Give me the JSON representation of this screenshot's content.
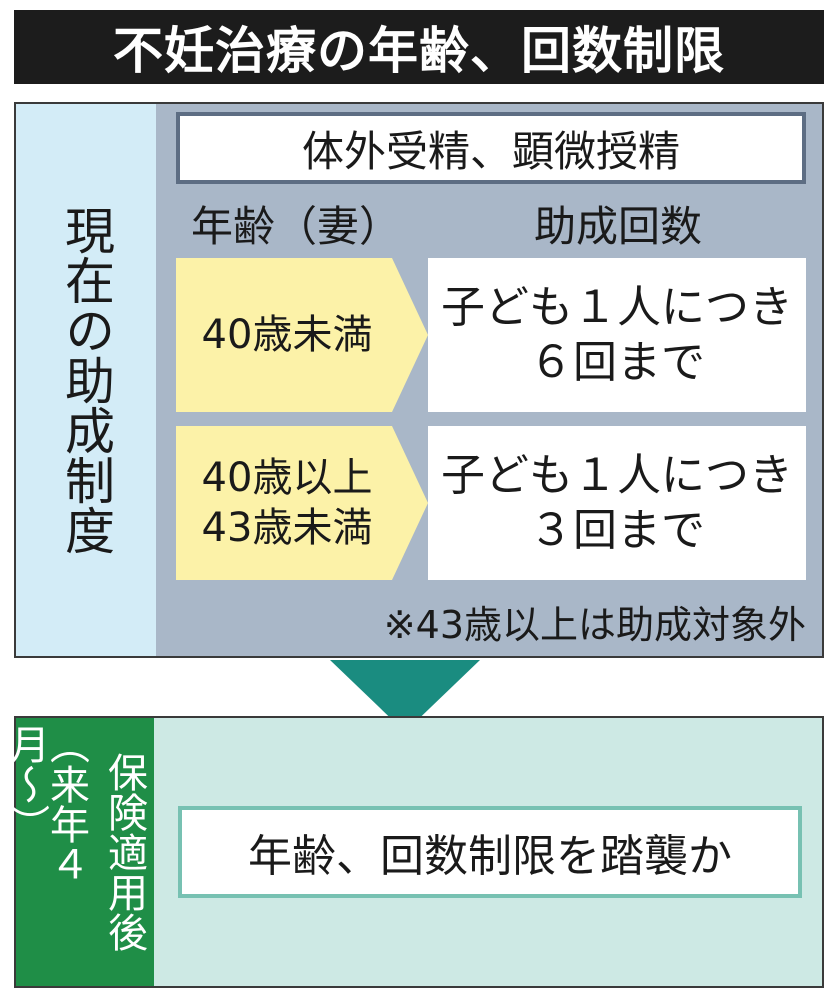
{
  "title": "不妊治療の年齢、回数制限",
  "current_system": {
    "label": "現在の助成制度",
    "method": "体外受精、顕微授精",
    "headers": {
      "age": "年齢（妻）",
      "count": "助成回数"
    },
    "rows": [
      {
        "age_lines": [
          "40歳未満"
        ],
        "count_lines": [
          "子ども１人につき",
          "６回まで"
        ]
      },
      {
        "age_lines": [
          "40歳以上",
          "43歳未満"
        ],
        "count_lines": [
          "子ども１人につき",
          "３回まで"
        ]
      }
    ],
    "note": "※43歳以上は助成対象外"
  },
  "after_insurance": {
    "label_line1": "保険適用後",
    "label_line2": "（来年４月〜）",
    "result": "年齢、回数制限を踏襲か"
  },
  "colors": {
    "title_bg": "#1c1c1c",
    "panel_bg": "#a9b7c8",
    "side_bg": "#d3ecf7",
    "age_cell": "#fcf2a8",
    "arrow": "#1a8c80",
    "after_bg": "#cde9e4",
    "after_side": "#1f8e47",
    "result_border": "#77c1b2"
  }
}
